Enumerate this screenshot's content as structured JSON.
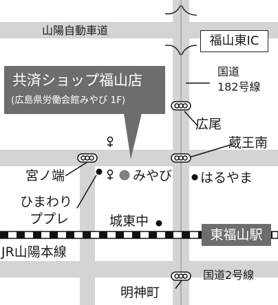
{
  "labels": {
    "expressway": "山陽自動車道",
    "ic": "福山東IC",
    "callout_title": "共済ショップ福山店",
    "callout_sub": "(広島県労働会館みやび 1F)",
    "route182_a": "国道",
    "route182_b": "182号線",
    "hiroo": "広尾",
    "zaoh": "蔵王南",
    "miyanohana": "宮ノ端",
    "miyabi": "みやび",
    "haruyama": "はるやま",
    "himawari_a": "ひまわり",
    "himawari_b": "ププレ",
    "jouto": "城東中",
    "station": "東福山駅",
    "jr_line": "JR山陽本線",
    "route2": "国道2号線",
    "myojin": "明神町"
  },
  "colors": {
    "road": "#d4d4d4",
    "callout": "#6d6d6d",
    "station": "#6d6d6d",
    "miyabi_marker": "#808080"
  }
}
